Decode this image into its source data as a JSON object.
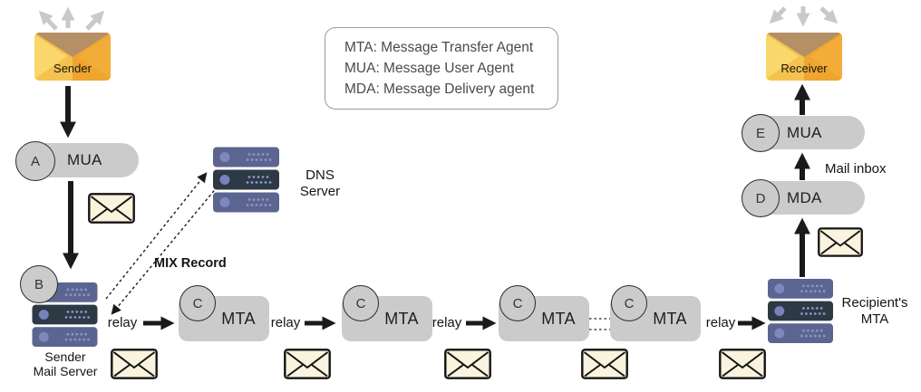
{
  "colors": {
    "accent_orange": "#EFA52F",
    "envelope_light_yellow": "#F9D76B",
    "envelope_flap_tan": "#B58F66",
    "message_cream": "#FAF3DE",
    "server_slate": "#5C6590",
    "server_dark": "#2D3944",
    "server_dot": "#8C95C8",
    "box_gray": "#CBCBCB",
    "arrow_black": "#1A1A1A",
    "arrow_gray": "#C9C9C9"
  },
  "legend": {
    "lines": [
      "MTA: Message Transfer Agent",
      "MUA: Message User Agent",
      "MDA: Message Delivery agent"
    ]
  },
  "sender": {
    "label": "Sender"
  },
  "receiver": {
    "label": "Receiver"
  },
  "sender_mua": {
    "badge": "A",
    "label": "MUA"
  },
  "sender_server": {
    "badge": "B",
    "label": [
      "Sender",
      "Mail Server"
    ]
  },
  "dns": {
    "label": [
      "DNS",
      "Server"
    ]
  },
  "mix_record_label": "MIX Record",
  "relay_label": "relay",
  "mta_boxes": [
    {
      "badge": "C",
      "label": "MTA"
    },
    {
      "badge": "C",
      "label": "MTA"
    },
    {
      "badge": "C",
      "label": "MTA"
    },
    {
      "badge": "C",
      "label": "MTA"
    }
  ],
  "recipient_server": {
    "label": [
      "Recipient's",
      "MTA"
    ]
  },
  "mda": {
    "badge": "D",
    "label": "MDA"
  },
  "receiver_mua": {
    "badge": "E",
    "label": "MUA"
  },
  "mail_inbox_label": "Mail inbox"
}
